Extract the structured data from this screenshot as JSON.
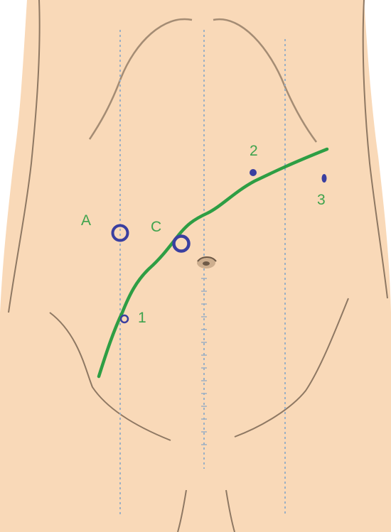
{
  "colors": {
    "skin": "#F9D9B8",
    "outline": "#8E7863",
    "guide_line": "#9CB0C4",
    "incision": "#2E9E44",
    "port": "#3A3FA0",
    "label_text": "#3FA34D"
  },
  "labels": {
    "port_a": "A",
    "port_c": "C",
    "port_1": "1",
    "port_2": "2",
    "port_3": "3"
  },
  "icons": {
    "navel": "navel-icon"
  }
}
